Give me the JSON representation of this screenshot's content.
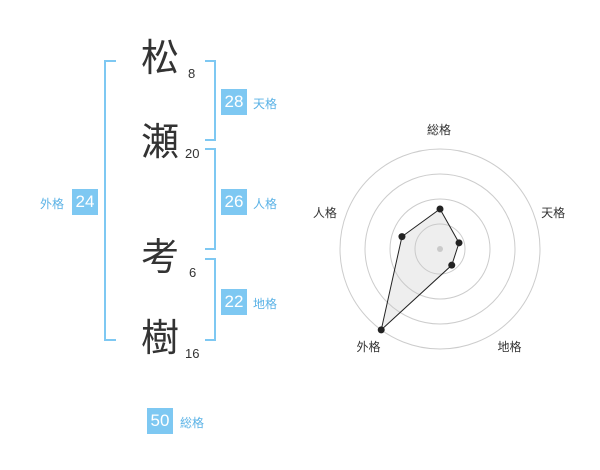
{
  "name": {
    "chars": [
      {
        "kanji": "松",
        "strokes": "8"
      },
      {
        "kanji": "瀬",
        "strokes": "20"
      },
      {
        "kanji": "考",
        "strokes": "6"
      },
      {
        "kanji": "樹",
        "strokes": "16"
      }
    ]
  },
  "fortune": {
    "tenkaku": {
      "value": "28",
      "label": "天格"
    },
    "jinkaku": {
      "value": "26",
      "label": "人格"
    },
    "chikaku": {
      "value": "22",
      "label": "地格"
    },
    "gaikaku": {
      "value": "24",
      "label": "外格"
    },
    "soukaku": {
      "value": "50",
      "label": "総格"
    }
  },
  "colors": {
    "accent": "#7ec8f2",
    "label": "#5ab2e6",
    "text": "#333333"
  },
  "chart_data": {
    "type": "radar",
    "axes": [
      "総格",
      "天格",
      "地格",
      "外格",
      "人格"
    ],
    "values": [
      2,
      1,
      1,
      5,
      2
    ],
    "range": [
      0,
      5
    ],
    "rings": 4
  }
}
